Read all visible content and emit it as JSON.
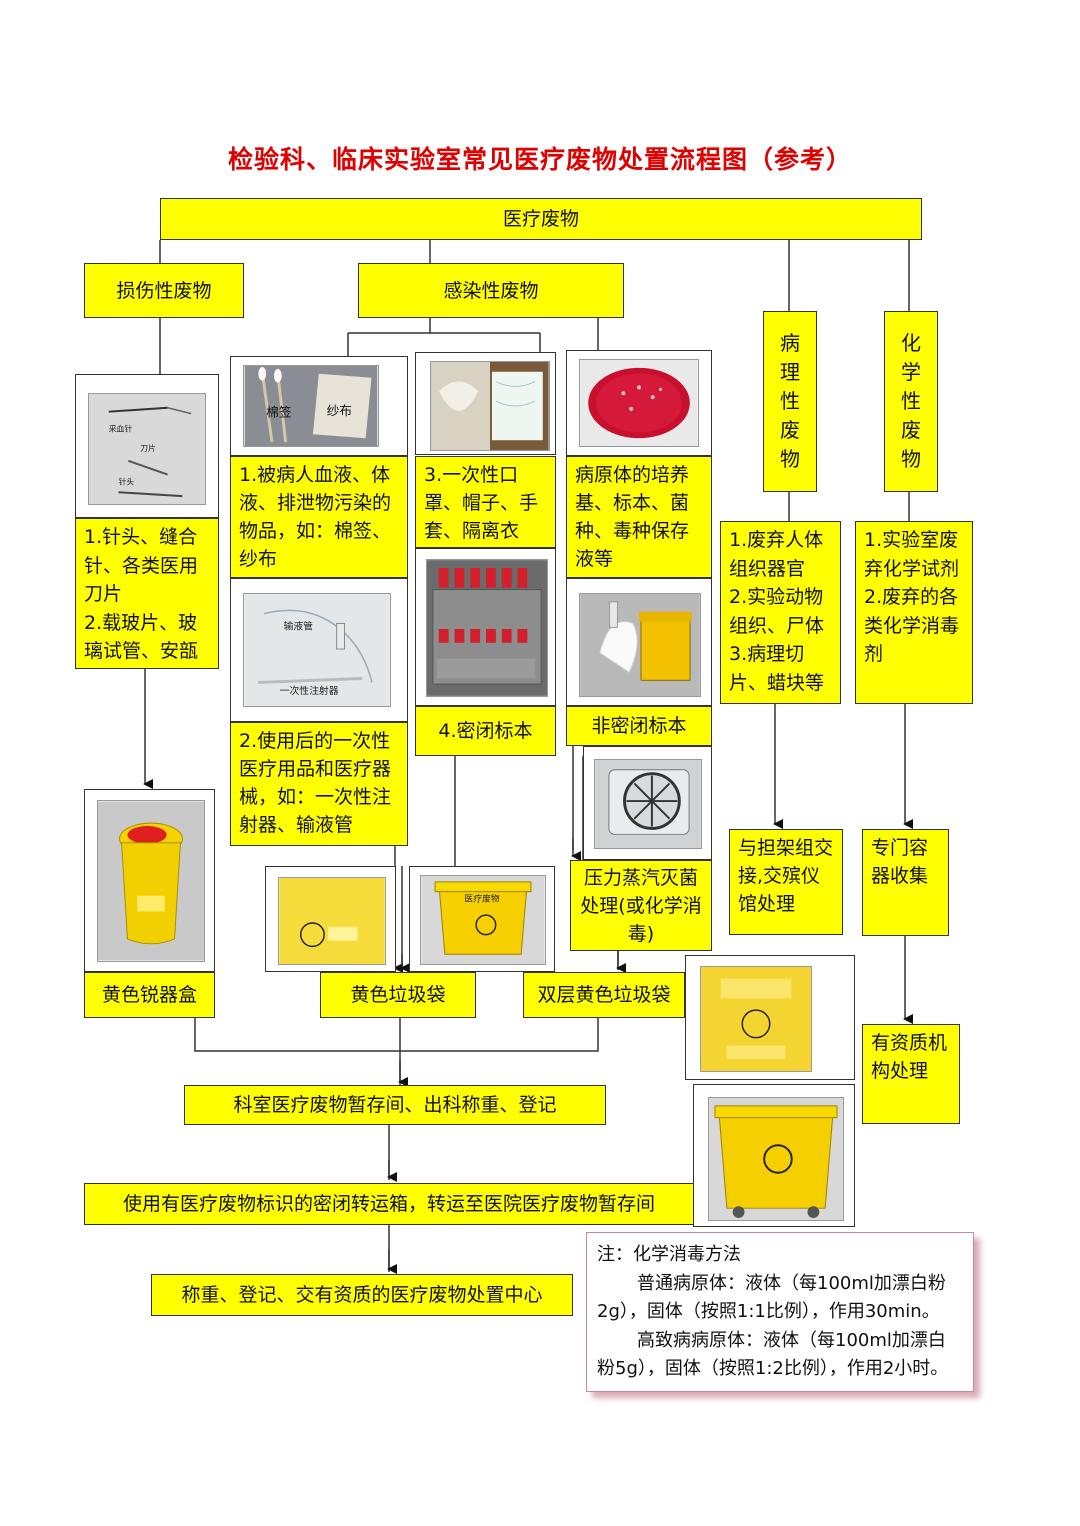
{
  "title": "检验科、临床实验室常见医疗废物处置流程图（参考）",
  "nodes": {
    "medical_waste": "医疗废物",
    "sharps_waste": "损伤性废物",
    "infectious_waste": "感染性废物",
    "pathological_waste": [
      "病",
      "理",
      "性",
      "废",
      "物"
    ],
    "chemical_waste": [
      "化",
      "学",
      "性",
      "废",
      "物"
    ],
    "sharps_desc": "1.针头、缝合针、各类医用刀片\n2.载玻片、玻璃试管、安瓿",
    "contaminated_desc": "1.被病人血液、体液、排泄物污染的物品，如：棉签、纱布",
    "disposable_protective_desc": "3.一次性口罩、帽子、手套、隔离衣",
    "pathogen_culture_desc": "病原体的培养基、标本、菌种、毒种保存液等",
    "pathological_desc": "1.废弃人体组织器官\n2.实验动物组织、尸体\n3.病理切片、蜡块等",
    "chemical_desc": "1.实验室废弃化学试剂\n2.废弃的各类化学消毒剂",
    "used_disposable_desc": "2.使用后的一次性医疗用品和医疗器械，如：一次性注射器、输液管",
    "sealed_specimen": "4.密闭标本",
    "unsealed_specimen": "非密闭标本",
    "autoclave": "压力蒸汽灭菌处理(或化学消毒)",
    "funeral_handover": "与担架组交接,交殡仪馆处理",
    "special_container": "专门容器收集",
    "yellow_sharps_box": "黄色锐器盒",
    "yellow_bag": "黄色垃圾袋",
    "double_yellow_bag": "双层黄色垃圾袋",
    "qualified_agency": "有资质机构处理",
    "dept_storage": "科室医疗废物暂存间、出科称重、登记",
    "transfer_box": "使用有医疗废物标识的密闭转运箱，转运至医院医疗废物暂存间",
    "disposal_center": "称重、登记、交有资质的医疗废物处置中心"
  },
  "photo_labels": {
    "lancet": "采血针",
    "blade": "刀片",
    "needle": "针头",
    "swab": "棉签",
    "gauze": "纱布",
    "infusion_tube": "输液管",
    "syringe": "一次性注射器",
    "bin_label": "医疗废物"
  },
  "note": {
    "heading": "注：化学消毒方法",
    "line1": "普通病原体：液体（每100ml加漂白粉2g），固体（按照1:1比例），作用30min。",
    "line2": "高致病病原体：液体（每100ml加漂白粉5g），固体（按照1:2比例），作用2小时。"
  },
  "colors": {
    "title": "#e00000",
    "box_fill": "#ffff00",
    "note_border": "#c78a99"
  }
}
